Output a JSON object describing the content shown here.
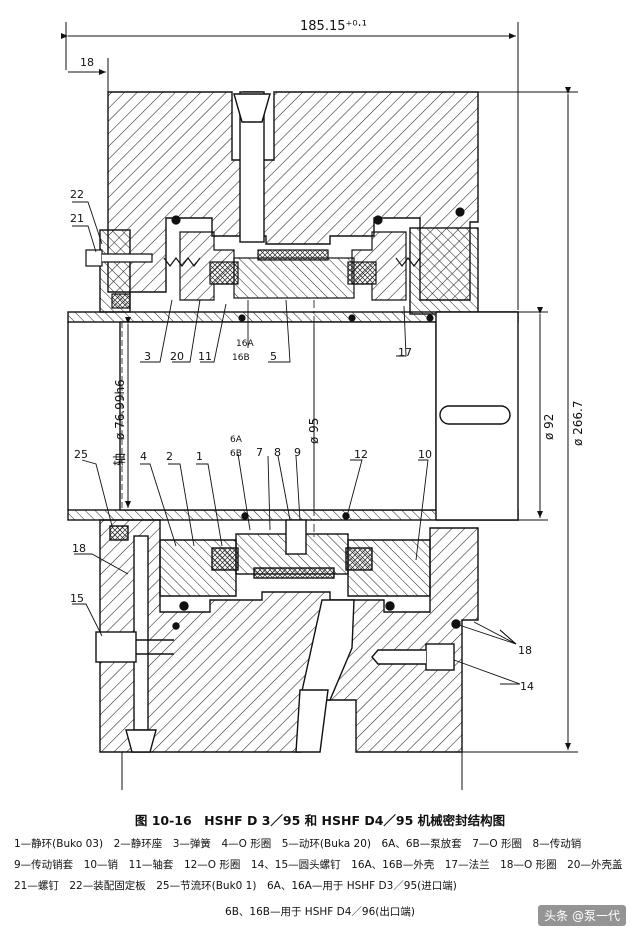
{
  "dimensions": {
    "top_width": "185.15⁺⁰·¹",
    "left_offset": "18",
    "shaft_dia": "ø 76.99h6",
    "inner_dia": "ø 95",
    "sleeve_dia": "ø 92",
    "outer_dia": "ø 266.7"
  },
  "shaft_label": "轴",
  "callouts_top": [
    {
      "id": "c22",
      "text": "22"
    },
    {
      "id": "c21",
      "text": "21"
    },
    {
      "id": "c3",
      "text": "3"
    },
    {
      "id": "c20",
      "text": "20"
    },
    {
      "id": "c11",
      "text": "11"
    },
    {
      "id": "c16a_top",
      "text": "16A"
    },
    {
      "id": "c16b_top",
      "text": "16B"
    },
    {
      "id": "c5",
      "text": "5"
    },
    {
      "id": "c17",
      "text": "17"
    }
  ],
  "callouts_bottom": [
    {
      "id": "c25",
      "text": "25"
    },
    {
      "id": "c4",
      "text": "4"
    },
    {
      "id": "c2",
      "text": "2"
    },
    {
      "id": "c1",
      "text": "1"
    },
    {
      "id": "c6a",
      "text": "6A"
    },
    {
      "id": "c6b",
      "text": "6B"
    },
    {
      "id": "c7",
      "text": "7"
    },
    {
      "id": "c8",
      "text": "8"
    },
    {
      "id": "c9",
      "text": "9"
    },
    {
      "id": "c12",
      "text": "12"
    },
    {
      "id": "c10",
      "text": "10"
    },
    {
      "id": "c18_left",
      "text": "18"
    },
    {
      "id": "c15",
      "text": "15"
    },
    {
      "id": "c18_right",
      "text": "18"
    },
    {
      "id": "c14",
      "text": "14"
    }
  ],
  "caption": {
    "title": "图 10-16　HSHF D 3／95 和 HSHF D4／95 机械密封结构图",
    "legend_items": [
      "1—静环(Buko 03)",
      "2—静环座",
      "3—弹簧",
      "4—O 形圈",
      "5—动环(Buka 20)",
      "6A、6B—泵放套",
      "7—O 形圈",
      "8—传动销",
      "9—传动销套",
      "10—销",
      "11—轴套",
      "12—O 形圈",
      "14、15—圆头螺钉",
      "16A、16B—外壳",
      "17—法兰",
      "18—O 形圈",
      "20—外壳盖",
      "21—螺钉",
      "22—装配固定板",
      "25—节流环(Buk0 1)",
      "6A、16A—用于 HSHF D3／95(进口端)"
    ],
    "last_line": "6B、16B—用于 HSHF D4／96(出口端)"
  },
  "watermark": "头条 @泵一代"
}
